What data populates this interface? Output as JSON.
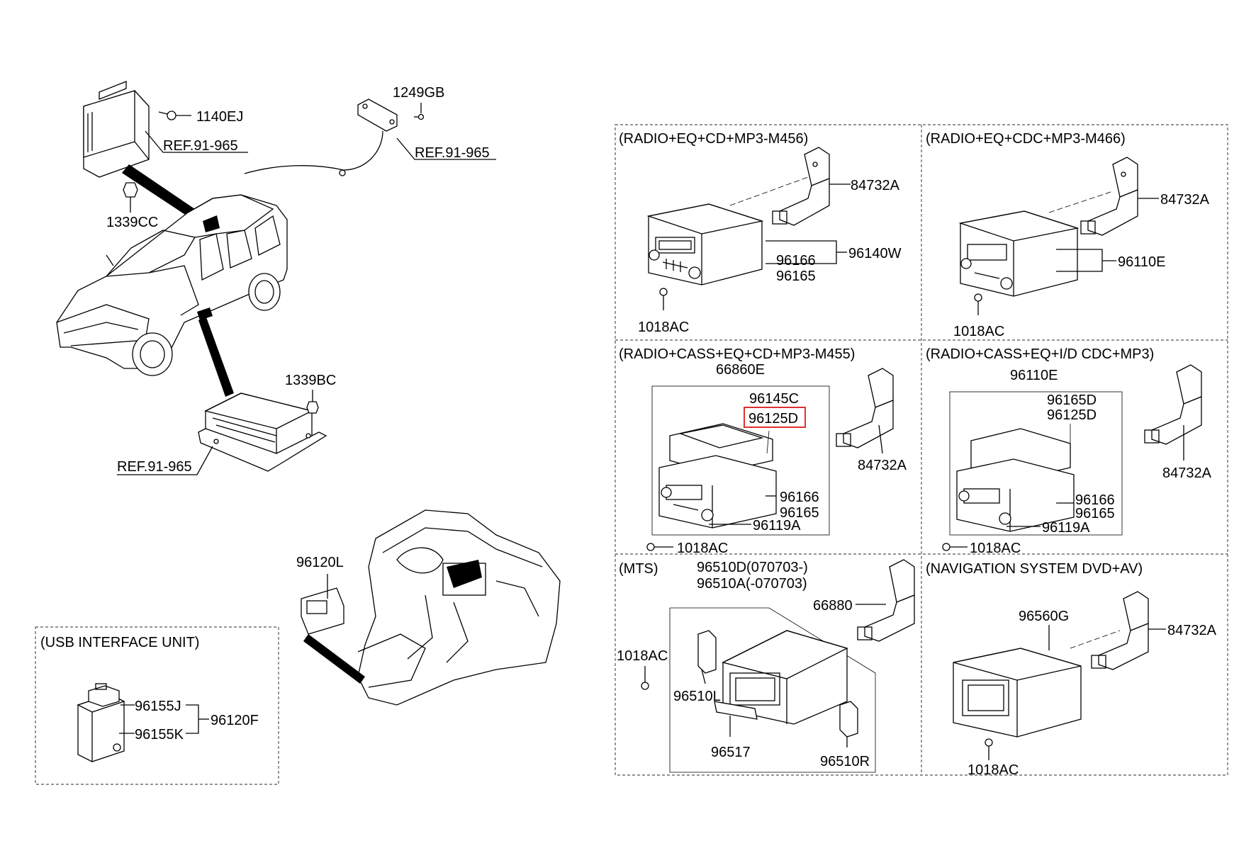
{
  "accent_color": "#e03030",
  "parts": {
    "p1140ej": "1140EJ",
    "ref_top_left": "REF.91-965",
    "p1339cc": "1339CC",
    "p1249gb": "1249GB",
    "ref_top_mid": "REF.91-965",
    "p1339bc": "1339BC",
    "ref_amp": "REF.91-965",
    "p96120l": "96120L"
  },
  "usb_section": {
    "title": "(USB INTERFACE UNIT)",
    "p96155j": "96155J",
    "p96155k": "96155K",
    "p96120f": "96120F"
  },
  "sections": {
    "m456": {
      "title": "(RADIO+EQ+CD+MP3-M456)",
      "p84732a": "84732A",
      "p96140w": "96140W",
      "p96166": "96166",
      "p96165": "96165",
      "p1018ac": "1018AC"
    },
    "m466": {
      "title": "(RADIO+EQ+CDC+MP3-M466)",
      "p84732a": "84732A",
      "p96110e": "96110E",
      "p1018ac": "1018AC"
    },
    "m455": {
      "title": "(RADIO+CASS+EQ+CD+MP3-M455)",
      "p66860e": "66860E",
      "p96145c": "96145C",
      "p96125d": "96125D",
      "p84732a": "84732A",
      "p96166": "96166",
      "p96165": "96165",
      "p96119a": "96119A",
      "p1018ac": "1018AC"
    },
    "cdc": {
      "title": "(RADIO+CASS+EQ+I/D CDC+MP3)",
      "p96110e": "96110E",
      "p96165d": "96165D",
      "p96125d": "96125D",
      "p84732a": "84732A",
      "p96166": "96166",
      "p96165": "96165",
      "p96119a": "96119A",
      "p1018ac": "1018AC"
    },
    "mts": {
      "title": "(MTS)",
      "p96510d": "96510D(070703-)",
      "p96510a": "96510A(-070703)",
      "p66880": "66880",
      "p1018ac": "1018AC",
      "p96510l": "96510L",
      "p96517": "96517",
      "p96510r": "96510R"
    },
    "nav": {
      "title": "(NAVIGATION SYSTEM DVD+AV)",
      "p96560g": "96560G",
      "p84732a": "84732A",
      "p1018ac": "1018AC"
    }
  }
}
